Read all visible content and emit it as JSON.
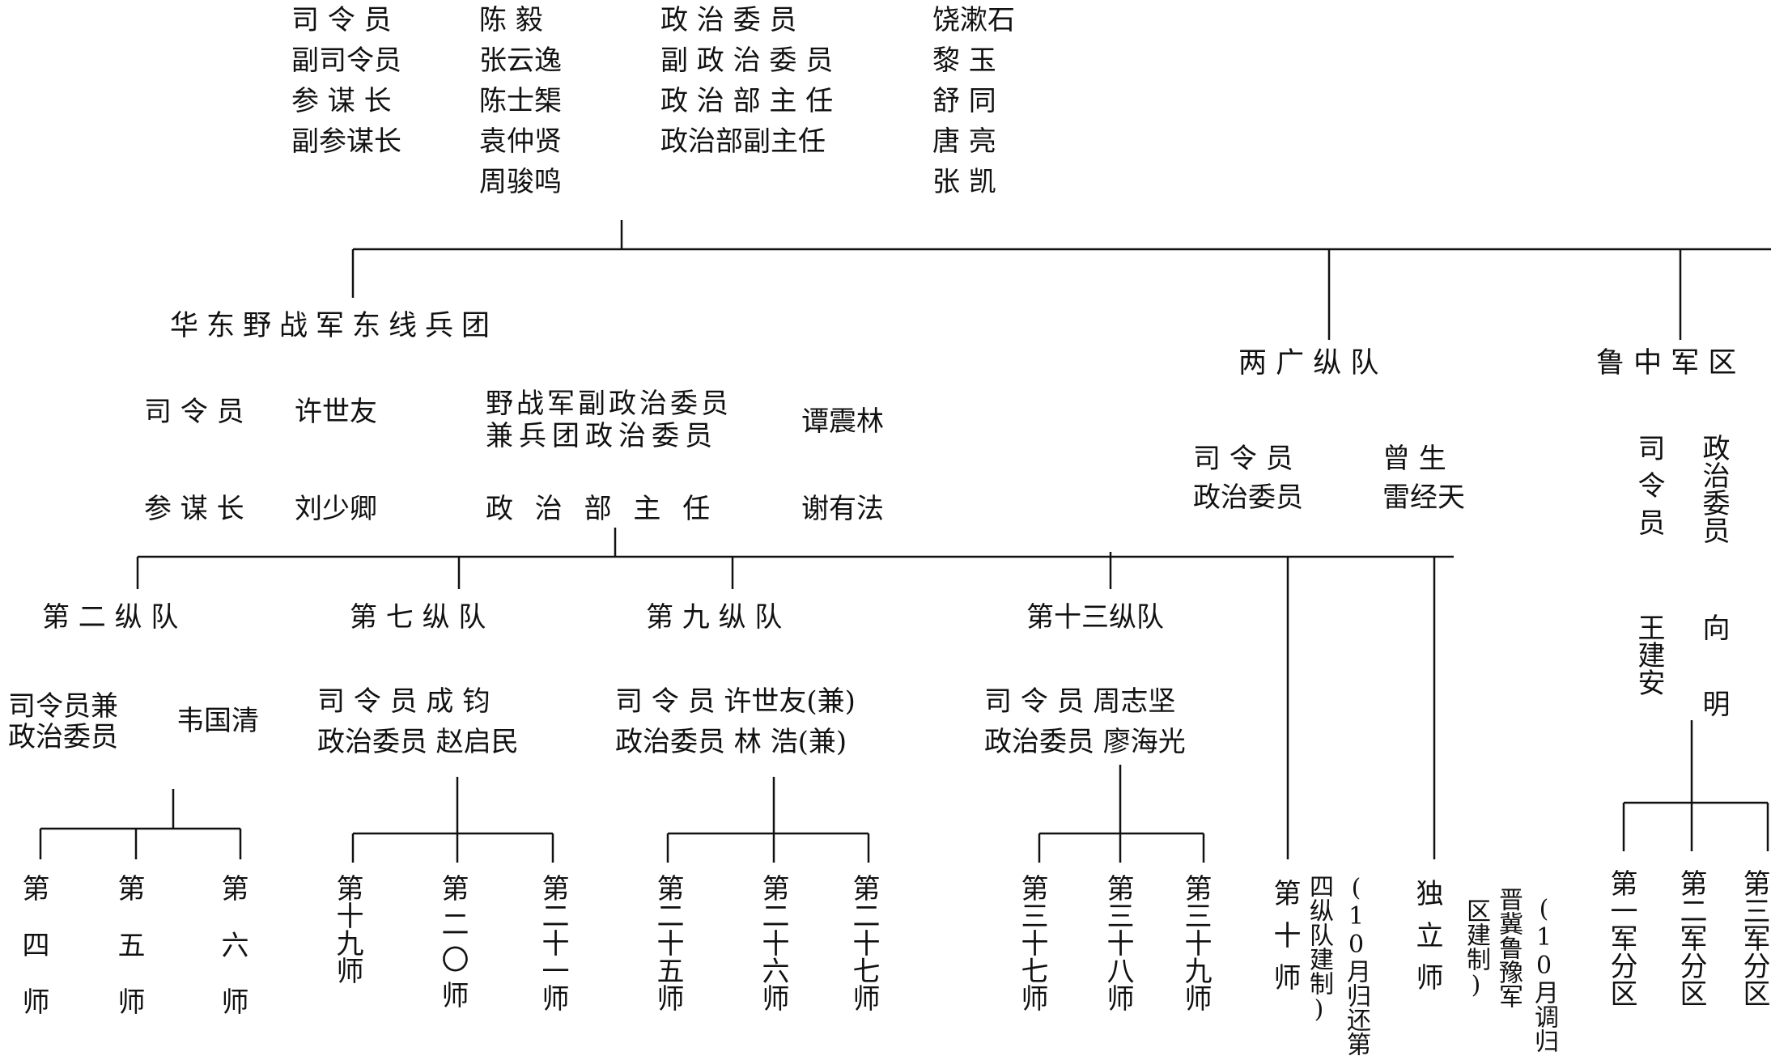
{
  "hq": {
    "left_titles": [
      "司 令 员",
      "副司令员",
      "参 谋 长",
      "副参谋长"
    ],
    "left_names": [
      "陈 毅",
      "张云逸",
      "陈士榘",
      "袁仲贤",
      "周骏鸣"
    ],
    "right_titles": [
      "政 治 委 员",
      "副 政 治 委 员",
      "政 治 部 主 任",
      "政治部副主任"
    ],
    "right_names": [
      "饶漱石",
      "黎 玉",
      "舒 同",
      "唐 亮",
      "张 凯"
    ]
  },
  "east": {
    "name": "华东野战军东线兵团",
    "cmd_title": "司 令 员",
    "cmd_name": "许世友",
    "cos_title": "参 谋 长",
    "cos_name": "刘少卿",
    "pc_title_1": "野战军副政治委员",
    "pc_title_2": "兼兵团政治委员",
    "pc_name": "谭震林",
    "pd_title": "政 治 部 主 任",
    "pd_name": "谢有法"
  },
  "liangguang": {
    "name": "两 广 纵 队",
    "titles": [
      "司 令 员",
      "政治委员"
    ],
    "names": [
      "曾 生",
      "雷经天"
    ]
  },
  "luzhong": {
    "name": "鲁 中 军 区",
    "cmd_title": "司令员",
    "pc_title": "政治委员",
    "cmd_name": "王建安",
    "pc_name": "向 明",
    "subs": [
      "第一军分区",
      "第二军分区",
      "第三军分区"
    ]
  },
  "col2": {
    "name": "第 二 纵 队",
    "title_1": "司令员兼",
    "title_2": "政治委员",
    "leader": "韦国清",
    "divs": [
      "第四师",
      "第五师",
      "第六师"
    ]
  },
  "col7": {
    "name": "第 七 纵 队",
    "line_1": "司 令 员 成 钧",
    "line_2": "政治委员 赵启民",
    "divs": [
      "第十九师",
      "第二〇师",
      "第二十一师"
    ]
  },
  "col9": {
    "name": "第 九 纵 队",
    "line_1": "司 令 员 许世友(兼)",
    "line_2": "政治委员 林 浩(兼)",
    "divs": [
      "第二十五师",
      "第二十六师",
      "第二十七师"
    ]
  },
  "col13": {
    "name": "第十三纵队",
    "line_1": "司 令 员 周志坚",
    "line_2": "政治委员 廖海光",
    "divs": [
      "第三十七师",
      "第三十八师",
      "第三十九师"
    ]
  },
  "div10": {
    "name": "第十师",
    "note_1": "(10月归还第",
    "note_2": "四纵队建制)"
  },
  "indep": {
    "name": "独立师",
    "note_1": "(10月调归",
    "note_2": "晋冀鲁豫军",
    "note_3": "区建制)"
  }
}
